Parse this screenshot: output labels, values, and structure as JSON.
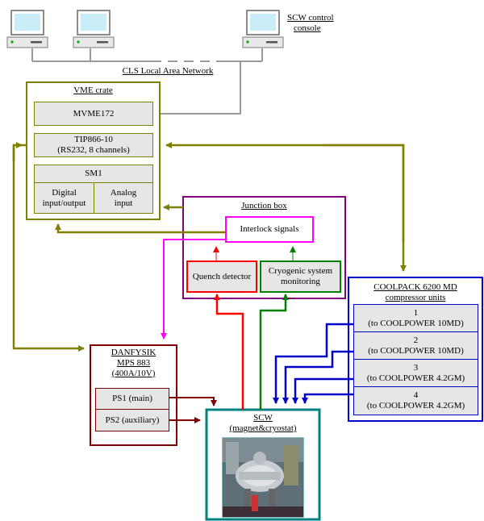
{
  "network": {
    "console_label_line1": "SCW control",
    "console_label_line2": "console",
    "lan_label": "CLS Local Area Network"
  },
  "vme": {
    "title": "VME crate",
    "mvme": "MVME172",
    "tip_line1": "TIP866-10",
    "tip_line2": "(RS232, 8 channels)",
    "sm1": "SM1",
    "digital_line1": "Digital",
    "digital_line2": "input/output",
    "analog_line1": "Analog",
    "analog_line2": "input"
  },
  "junction": {
    "title": "Junction box",
    "interlock": "Interlock signals",
    "quench": "Quench detector",
    "cryo_line1": "Cryogenic system",
    "cryo_line2": "monitoring"
  },
  "coolpack": {
    "title_line1": "COOLPACK 6200 MD",
    "title_line2": "compressor units",
    "units": [
      {
        "num": "1",
        "desc": "(to COOLPOWER 10MD)"
      },
      {
        "num": "2",
        "desc": "(to COOLPOWER 10MD)"
      },
      {
        "num": "3",
        "desc": "(to COOLPOWER 4.2GM)"
      },
      {
        "num": "4",
        "desc": "(to COOLPOWER 4.2GM)"
      }
    ]
  },
  "danfysik": {
    "line1": "DANFYSIK",
    "line2": "MPS 883",
    "line3": "(400A/10V)",
    "ps1": "PS1 (main)",
    "ps2": "PS2 (auxiliary)"
  },
  "scw": {
    "title_line1": "SCW",
    "title_line2": "(magnet&cryostat)"
  },
  "colors": {
    "olive": "#808000",
    "maroon": "#800000",
    "purple": "#800080",
    "magenta": "#ff00ff",
    "red": "#ff0000",
    "green": "#008000",
    "blue": "#0000cc",
    "teal": "#008080",
    "gray": "#999999",
    "box_fill": "#e6e6e6"
  }
}
